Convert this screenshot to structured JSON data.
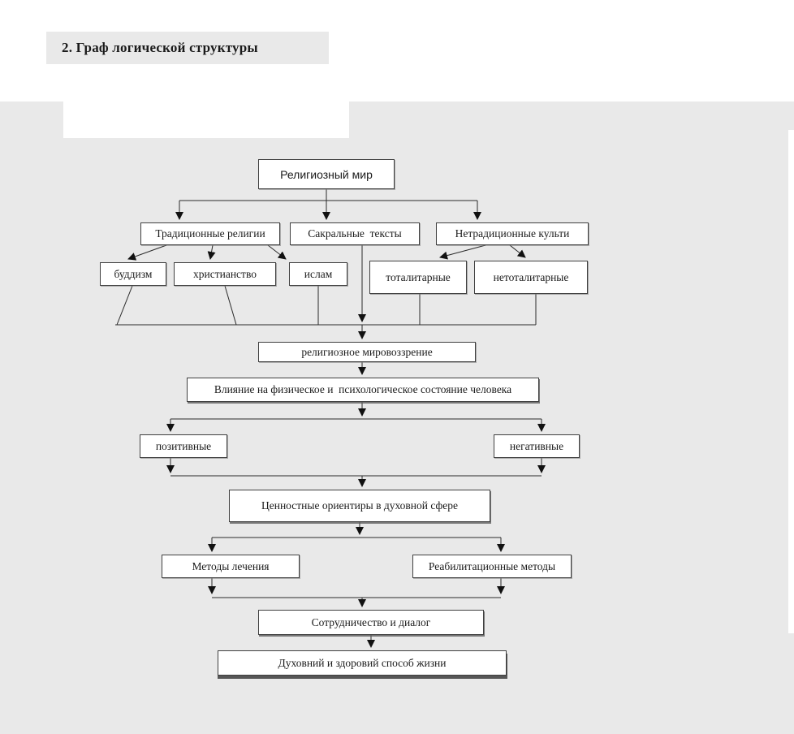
{
  "page": {
    "title": "2. Граф логической структуры"
  },
  "colors": {
    "background_gray": "#e9e9e9",
    "box_border": "#404040",
    "line": "#2b2b2b",
    "text": "#1a1a1a"
  },
  "diagram": {
    "root": "Религиозный мир",
    "level2": {
      "traditional": "Традиционные религии",
      "sacred": "Сакральные  тексты",
      "nontraditional": "Нетрадиционные культи"
    },
    "level3": {
      "buddhism": "буддизм",
      "christianity": "христианство",
      "islam": "ислам",
      "totalitarian": "тоталитарные",
      "nontotalitarian": "нетоталитарные"
    },
    "worldview": "религиозное мировоззрение",
    "influence": "Влияние на физическое и  психологическое состояние человека",
    "positive": "позитивные",
    "negative": "негативные",
    "values": "Ценностные ориентиры в духовной сфере",
    "treatment": "Методы лечения",
    "rehabilitation": "Реабилитационные методы",
    "cooperation": "Сотрудничество и диалог",
    "healthy_life": "Духовний и здоровий способ жизни"
  }
}
